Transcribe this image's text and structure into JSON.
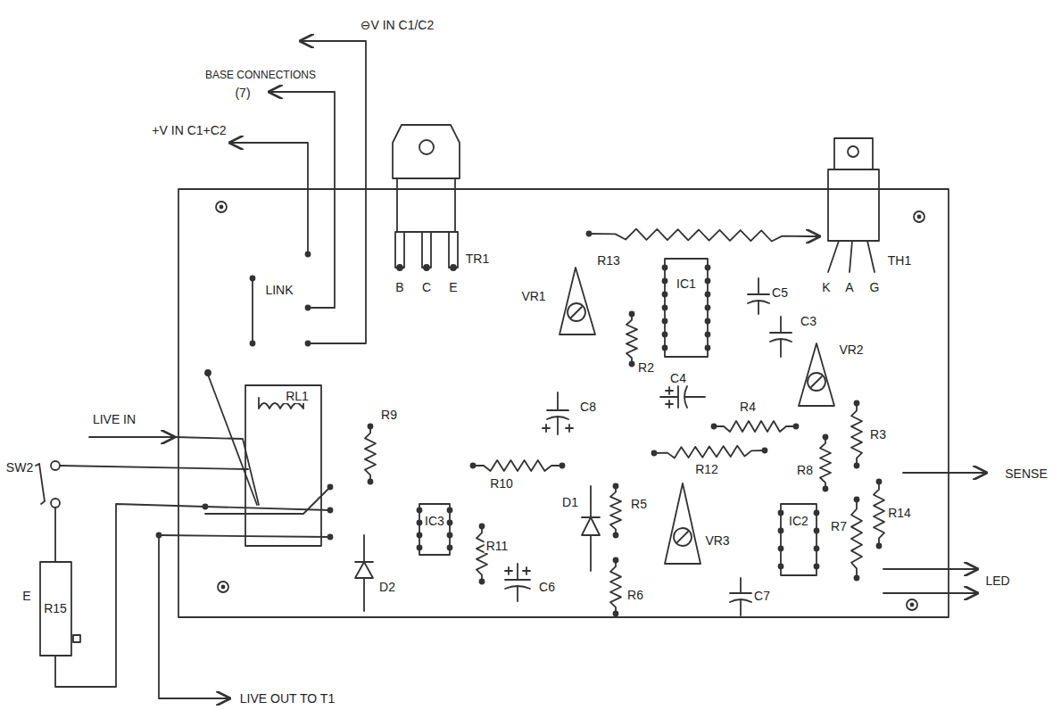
{
  "diagram": {
    "labels": [
      "⊖V IN C1/C2",
      "BASE CONNECTIONS",
      "(7)",
      "+V IN C1+C2",
      "TR1",
      "B",
      "C",
      "E",
      "R13",
      "TH1",
      "K",
      "A",
      "G",
      "LINK",
      "VR1",
      "IC1",
      "C5",
      "R2",
      "C3",
      "VR2",
      "RL1",
      "LIVE IN",
      "SW2",
      "C8",
      "C4",
      "R4",
      "R12",
      "R3",
      "R8",
      "SENSE",
      "R9",
      "R10",
      "R5",
      "D1",
      "R7",
      "R14",
      "IC3",
      "R11",
      "VR3",
      "IC2",
      "LED",
      "D2",
      "C6",
      "R6",
      "C7",
      "E",
      "R15",
      "LIVE OUT TO T1"
    ]
  }
}
